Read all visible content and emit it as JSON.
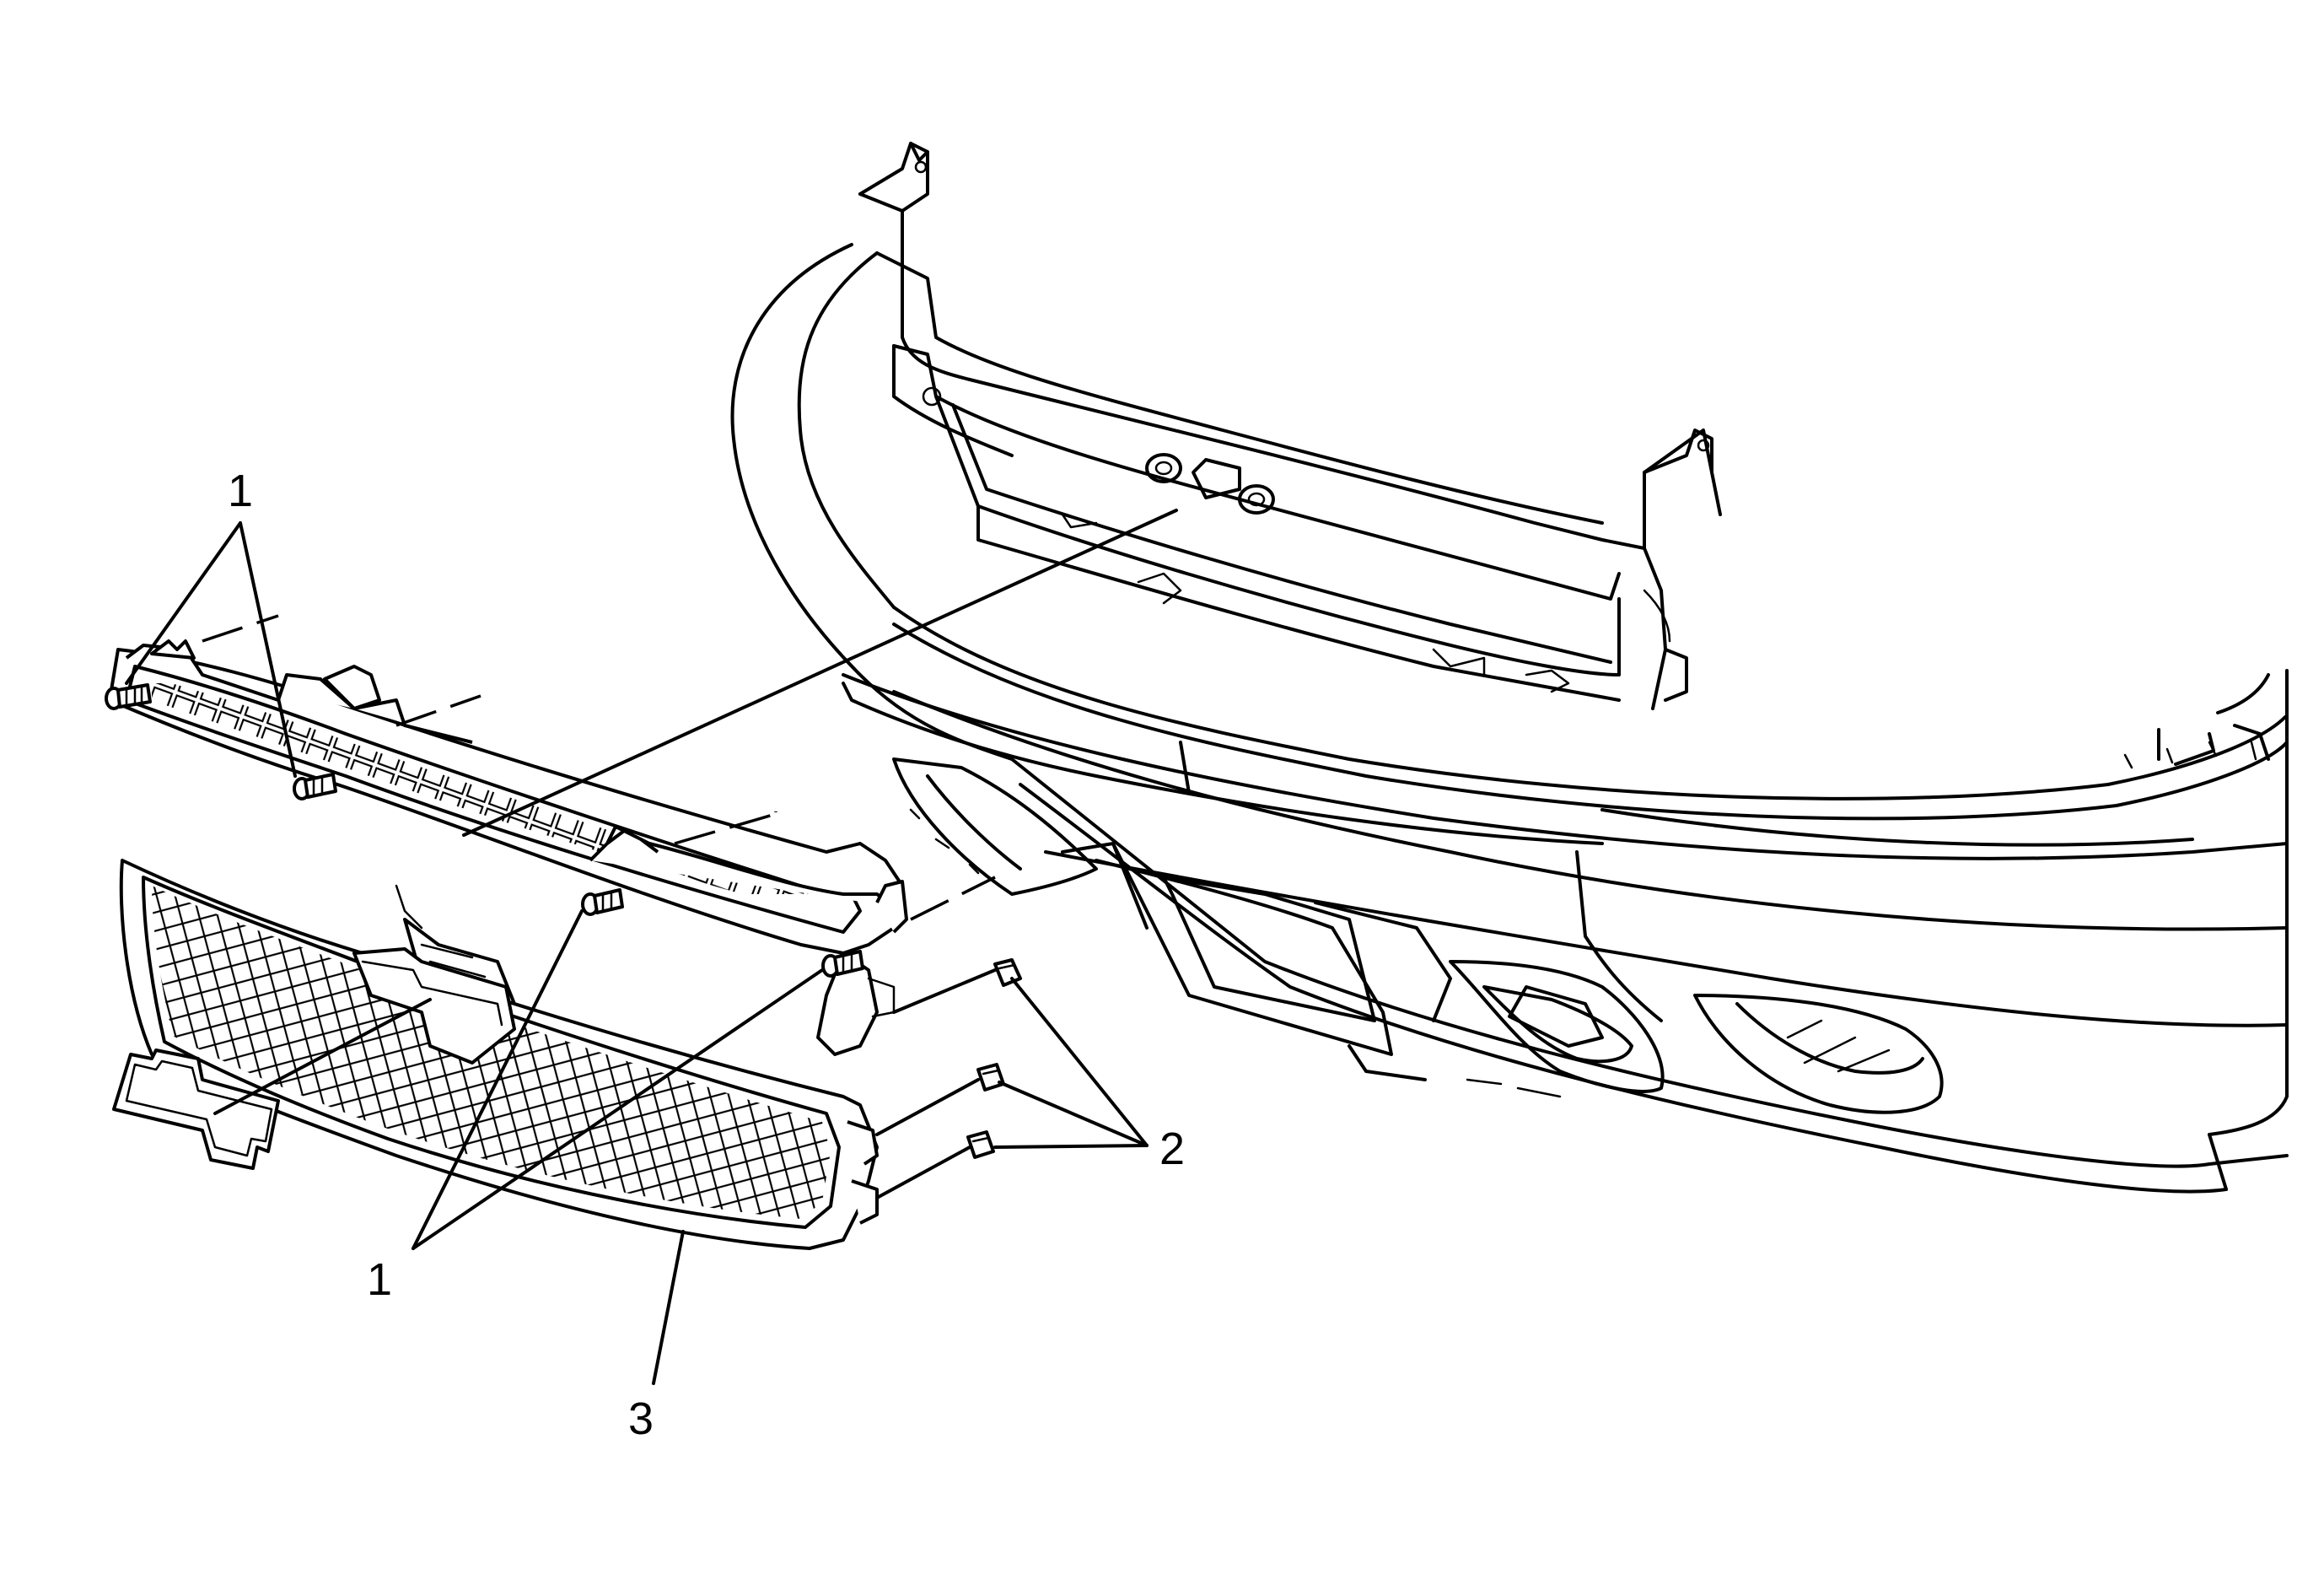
{
  "callouts": {
    "fastener_top": "1",
    "fastener_bottom": "1",
    "nut": "2",
    "grille": "3"
  },
  "colors": {
    "ink": "#000000",
    "background": "#ffffff"
  }
}
